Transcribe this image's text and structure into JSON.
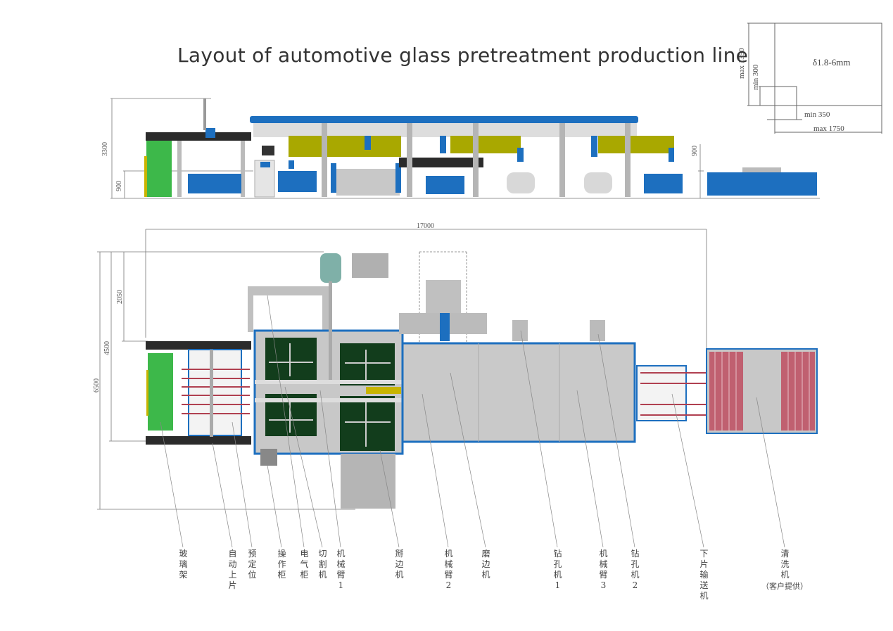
{
  "title": "Layout of automotive glass pretreatment production line",
  "spec_box": {
    "thickness": "δ1.8-6mm",
    "max_height": "max 1350",
    "min_height": "min 300",
    "min_width": "min 350",
    "max_width": "max 1750"
  },
  "side_view": {
    "dim_total_height": "3300",
    "dim_table_height_left": "900",
    "dim_table_height_right": "900"
  },
  "plan_view": {
    "dim_length": "17000",
    "dim_total_width": "6500",
    "dim_width": "4500",
    "dim_offset": "2050"
  },
  "labels": [
    {
      "text": "玻璃架"
    },
    {
      "text": "自动上片"
    },
    {
      "text": "预定位"
    },
    {
      "text": "操作柜"
    },
    {
      "text": "电气柜"
    },
    {
      "text": "切割机"
    },
    {
      "text": "机械臂1"
    },
    {
      "text": "掰边机"
    },
    {
      "text": "机械臂2"
    },
    {
      "text": "磨边机"
    },
    {
      "text": "钻孔机1"
    },
    {
      "text": "机械臂3"
    },
    {
      "text": "钻孔机2"
    },
    {
      "text": "下片输送机"
    },
    {
      "text": "清洗机",
      "note": "（客户提供）"
    }
  ],
  "colors": {
    "blue": "#1d6fbf",
    "gray": "#b9b9b9",
    "dark_green": "#123d1c",
    "green": "#3db84a",
    "olive": "#a9a800"
  }
}
